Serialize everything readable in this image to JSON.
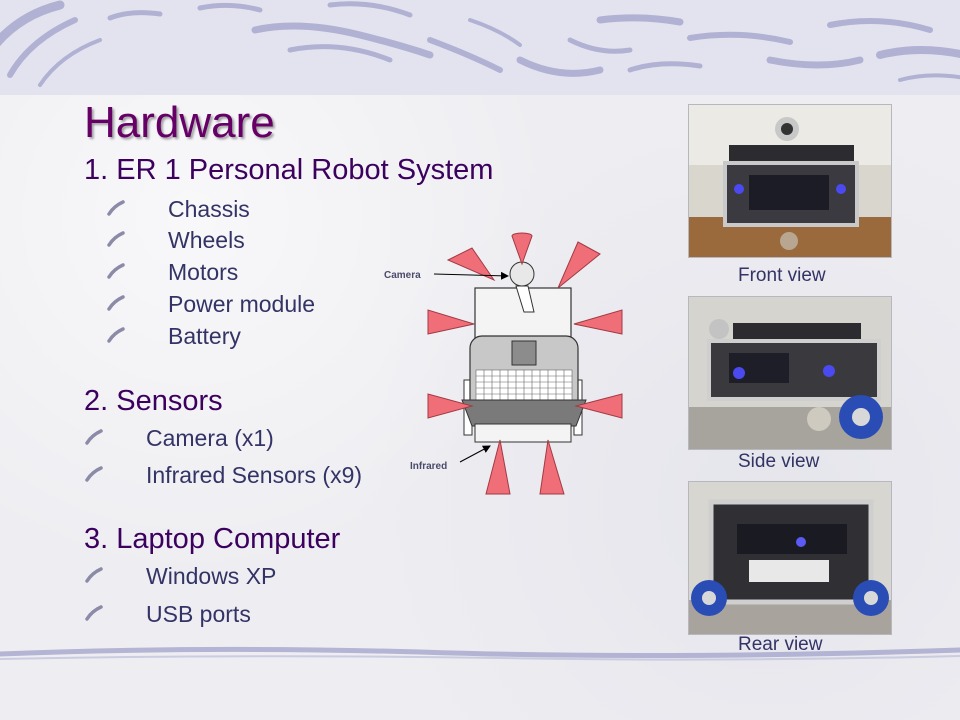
{
  "title": "Hardware",
  "section1": {
    "heading": "1. ER 1 Personal Robot System",
    "items": [
      "Chassis",
      "Wheels",
      "Motors",
      "Power module",
      "Battery"
    ]
  },
  "section2": {
    "heading": "2. Sensors",
    "items": [
      "Camera (x1)",
      "Infrared Sensors (x9)"
    ]
  },
  "section3": {
    "heading": "3. Laptop Computer",
    "items": [
      "Windows XP",
      "USB ports"
    ]
  },
  "diagram": {
    "camera_label": "Camera",
    "infrared_label": "Infrared"
  },
  "photos": [
    {
      "caption": "Front view"
    },
    {
      "caption": "Side view"
    },
    {
      "caption": "Rear view"
    }
  ],
  "colors": {
    "title": "#660066",
    "heading": "#3c005e",
    "body_text": "#333366",
    "sensor_cone": "#f06e78",
    "decor_stroke": "#a9a9cf"
  }
}
